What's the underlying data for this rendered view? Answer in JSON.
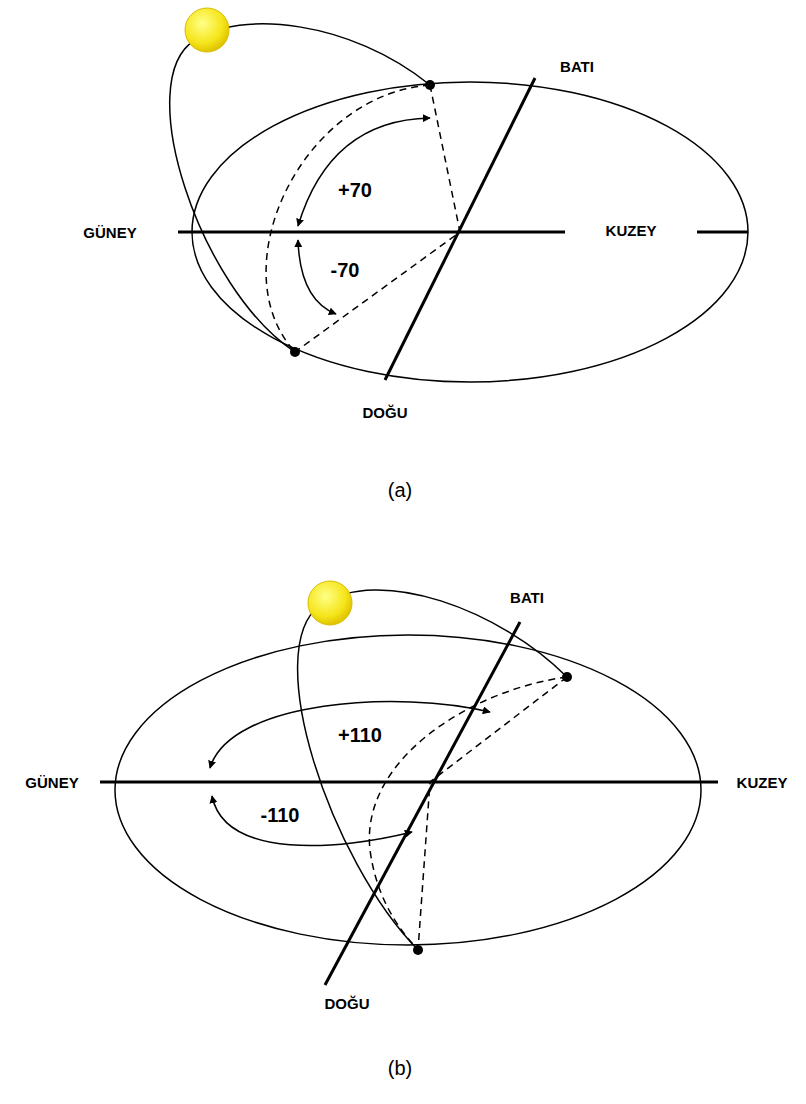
{
  "diagram": {
    "labels": [
      "BATI",
      "+70",
      "GÜNEY",
      "KUZEY",
      "-70",
      "DOĞU",
      "(a)",
      "BATI",
      "+110",
      "GÜNEY",
      "KUZEY",
      "-110",
      "DOĞU",
      "(b)"
    ]
  }
}
